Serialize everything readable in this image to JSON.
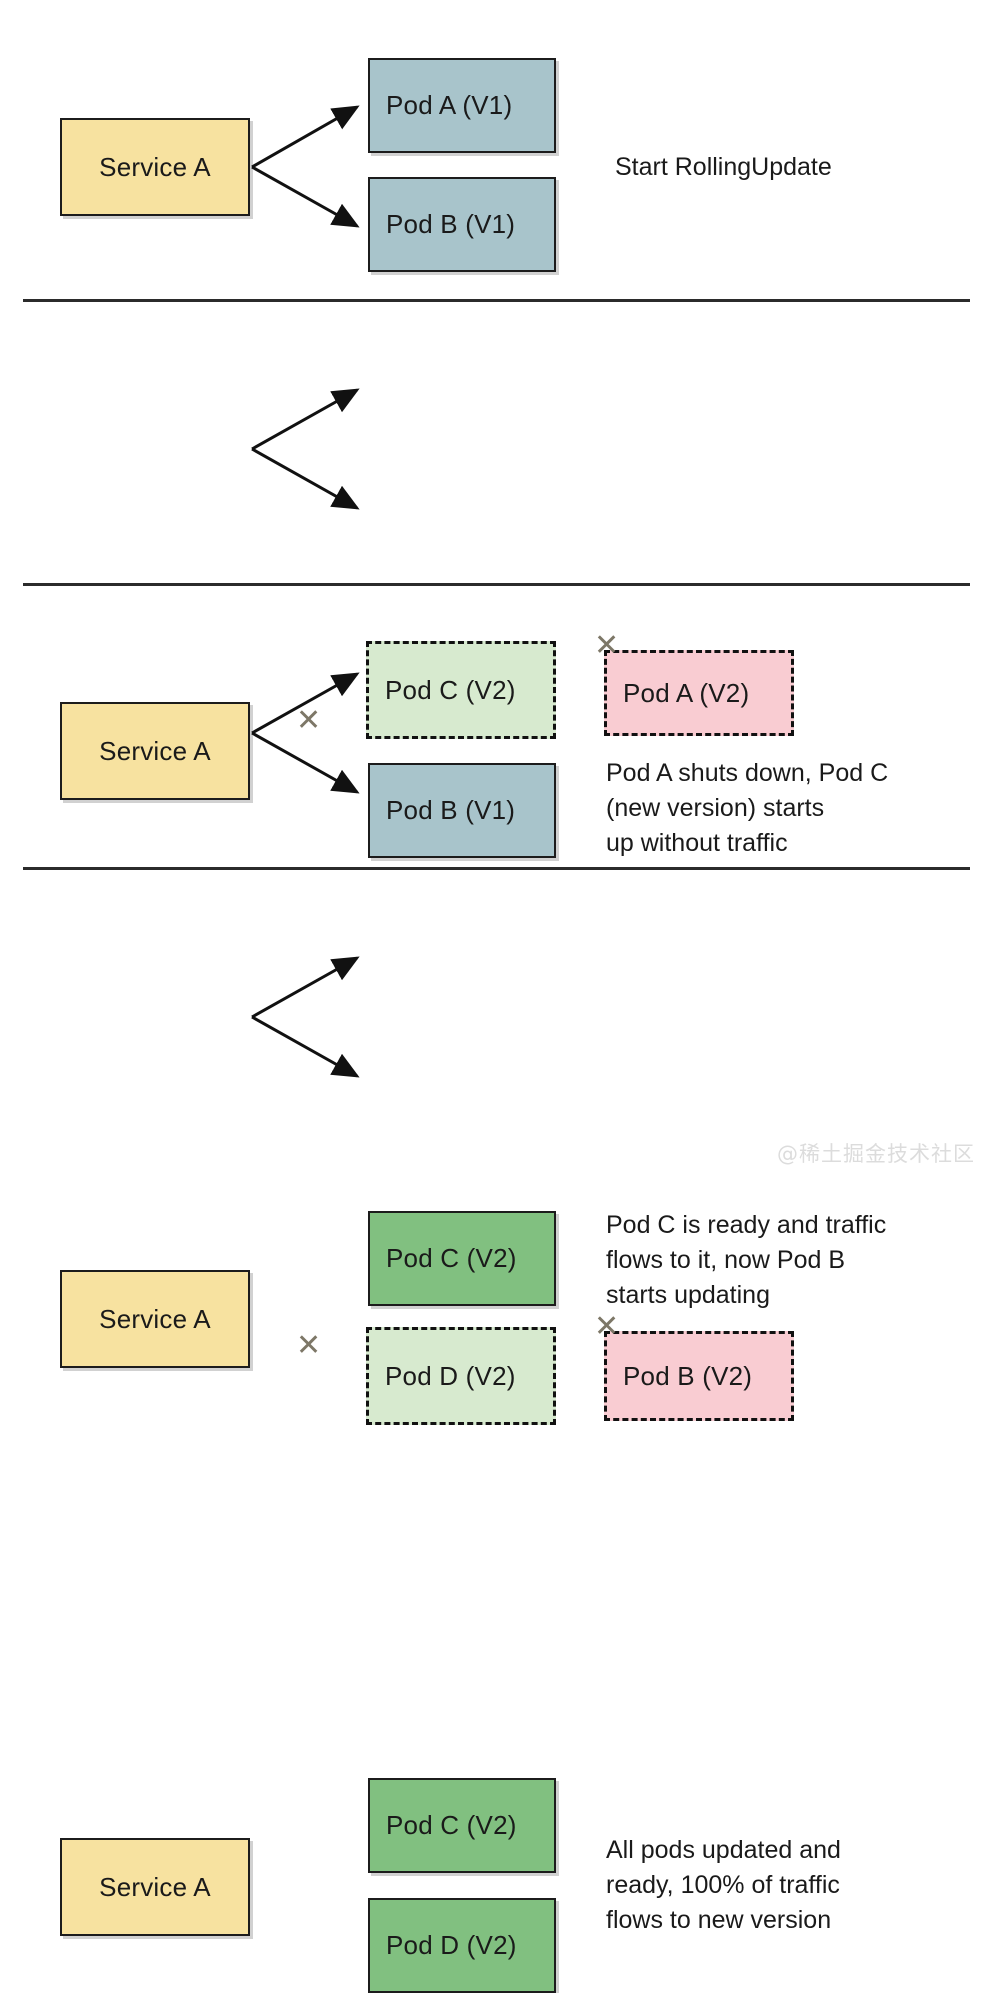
{
  "diagram": {
    "title": "Kubernetes RollingUpdate sequence",
    "watermark": "@稀土掘金技术社区",
    "colors": {
      "service_fill": "#f7e2a0",
      "pod_v1_fill": "#a8c4cb",
      "pod_v2_ready_fill": "#81c080",
      "pod_v2_starting_fill": "#d7eacf",
      "pod_terminating_fill": "#f9ccd2",
      "border": "#1c1c1c",
      "x_mark": "#7d7767",
      "divider": "#2b2b2b",
      "watermark": "#dcdcdc"
    },
    "x_mark_glyph": "✕"
  },
  "panels": [
    {
      "id": "panel-1",
      "caption": "Start RollingUpdate",
      "service": {
        "label": "Service A",
        "state": "active"
      },
      "pods": [
        {
          "label": "Pod A (V1)",
          "state": "ready",
          "style": "solid",
          "fill": "#a8c4cb",
          "receives_traffic": true
        },
        {
          "label": "Pod B (V1)",
          "state": "ready",
          "style": "solid",
          "fill": "#a8c4cb",
          "receives_traffic": true
        }
      ],
      "side_pods": [],
      "blocked_arrows": []
    },
    {
      "id": "panel-2",
      "caption": "Pod A shuts down, Pod C\n(new version) starts\nup without traffic",
      "service": {
        "label": "Service A",
        "state": "active"
      },
      "pods": [
        {
          "label": "Pod C (V2)",
          "state": "starting",
          "style": "dashed",
          "fill": "#d7eacf",
          "receives_traffic": false
        },
        {
          "label": "Pod B (V1)",
          "state": "ready",
          "style": "solid",
          "fill": "#a8c4cb",
          "receives_traffic": true
        }
      ],
      "side_pods": [
        {
          "label": "Pod A (V2)",
          "state": "terminating",
          "style": "dashed",
          "fill": "#f9ccd2",
          "marked_x": true
        }
      ],
      "blocked_arrows": [
        "top"
      ]
    },
    {
      "id": "panel-3",
      "caption": "Pod C is ready and traffic\nflows to it, now Pod B\nstarts updating",
      "service": {
        "label": "Service A",
        "state": "active"
      },
      "pods": [
        {
          "label": "Pod C (V2)",
          "state": "ready",
          "style": "solid",
          "fill": "#81c080",
          "receives_traffic": true
        },
        {
          "label": "Pod D (V2)",
          "state": "starting",
          "style": "dashed",
          "fill": "#d7eacf",
          "receives_traffic": false
        }
      ],
      "side_pods": [
        {
          "label": "Pod B (V2)",
          "state": "terminating",
          "style": "dashed",
          "fill": "#f9ccd2",
          "marked_x": true
        }
      ],
      "blocked_arrows": [
        "bottom"
      ]
    },
    {
      "id": "panel-4",
      "caption": "All pods updated and\nready, 100% of traffic\nflows to new version",
      "service": {
        "label": "Service A",
        "state": "active"
      },
      "pods": [
        {
          "label": "Pod C (V2)",
          "state": "ready",
          "style": "solid",
          "fill": "#81c080",
          "receives_traffic": true
        },
        {
          "label": "Pod D (V2)",
          "state": "ready",
          "style": "solid",
          "fill": "#81c080",
          "receives_traffic": true
        }
      ],
      "side_pods": [],
      "blocked_arrows": []
    }
  ]
}
